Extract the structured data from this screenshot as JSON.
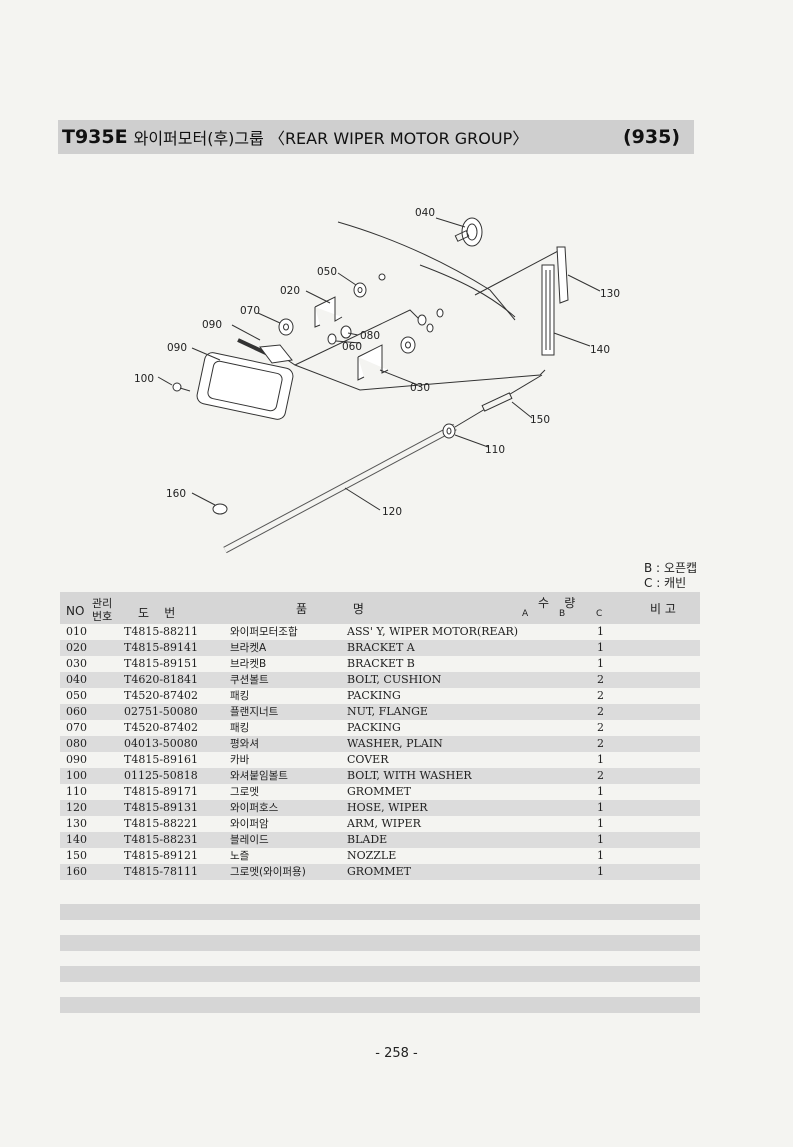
{
  "header": {
    "code": "T935E",
    "title": "와이퍼모터(후)그룹 〈REAR WIPER MOTOR GROUP〉",
    "group_number": "(935)"
  },
  "diagram": {
    "callouts": [
      "040",
      "050",
      "020",
      "070",
      "090",
      "060",
      "080",
      "090",
      "100",
      "030",
      "130",
      "140",
      "150",
      "110",
      "160",
      "120"
    ]
  },
  "legend": {
    "b": "B : 오픈캡",
    "c": "C : 캐빈"
  },
  "table": {
    "headers": {
      "no": "NO",
      "mgmt_top": "관리",
      "mgmt_bottom": "번호",
      "drawing": "도    번",
      "name": "품            명",
      "qty": "수    량",
      "qty_a": "A",
      "qty_b": "B",
      "qty_c": "C",
      "remark": "비 고"
    },
    "rows": [
      {
        "no": "010",
        "part": "T4815-88211",
        "kr": "와이퍼모터조합",
        "en": "ASS' Y, WIPER MOTOR(REAR)",
        "qty": "1"
      },
      {
        "no": "020",
        "part": "T4815-89141",
        "kr": "브라켓A",
        "en": "BRACKET A",
        "qty": "1"
      },
      {
        "no": "030",
        "part": "T4815-89151",
        "kr": "브라켓B",
        "en": "BRACKET B",
        "qty": "1"
      },
      {
        "no": "040",
        "part": "T4620-81841",
        "kr": "쿠션볼트",
        "en": "BOLT, CUSHION",
        "qty": "2"
      },
      {
        "no": "050",
        "part": "T4520-87402",
        "kr": "패킹",
        "en": "PACKING",
        "qty": "2"
      },
      {
        "no": "060",
        "part": "02751-50080",
        "kr": "플랜지너트",
        "en": "NUT, FLANGE",
        "qty": "2"
      },
      {
        "no": "070",
        "part": "T4520-87402",
        "kr": "패킹",
        "en": "PACKING",
        "qty": "2"
      },
      {
        "no": "080",
        "part": "04013-50080",
        "kr": "평와셔",
        "en": "WASHER, PLAIN",
        "qty": "2"
      },
      {
        "no": "090",
        "part": "T4815-89161",
        "kr": "카바",
        "en": "COVER",
        "qty": "1"
      },
      {
        "no": "100",
        "part": "01125-50818",
        "kr": "와셔붙임볼트",
        "en": "BOLT, WITH WASHER",
        "qty": "2"
      },
      {
        "no": "110",
        "part": "T4815-89171",
        "kr": "그로멧",
        "en": "GROMMET",
        "qty": "1"
      },
      {
        "no": "120",
        "part": "T4815-89131",
        "kr": "와이퍼호스",
        "en": "HOSE, WIPER",
        "qty": "1"
      },
      {
        "no": "130",
        "part": "T4815-88221",
        "kr": "와이퍼암",
        "en": "ARM, WIPER",
        "qty": "1"
      },
      {
        "no": "140",
        "part": "T4815-88231",
        "kr": "블레이드",
        "en": "BLADE",
        "qty": "1"
      },
      {
        "no": "150",
        "part": "T4815-89121",
        "kr": "노즐",
        "en": "NOZZLE",
        "qty": "1"
      },
      {
        "no": "160",
        "part": "T4815-78111",
        "kr": "그로멧(와이퍼용)",
        "en": "GROMMET",
        "qty": "1"
      }
    ]
  },
  "footer": {
    "page": "- 258 -"
  }
}
